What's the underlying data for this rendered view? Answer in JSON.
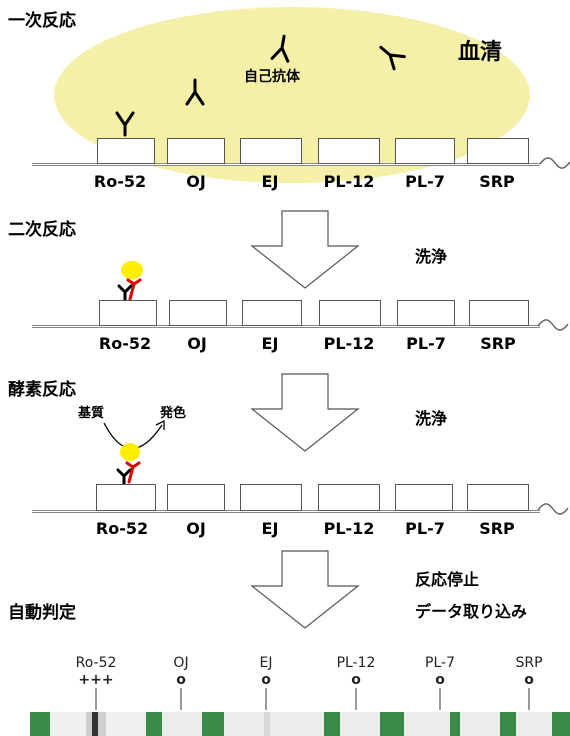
{
  "steps": {
    "primary": "一次反応",
    "secondary": "二次反応",
    "enzyme": "酵素反応",
    "auto": "自動判定"
  },
  "notes": {
    "serum": "血清",
    "autoantibody": "自己抗体",
    "wash1": "洗浄",
    "wash2": "洗浄",
    "stop": "反応停止",
    "capture": "データ取り込み",
    "substrate": "基質",
    "color": "発色"
  },
  "antigens": [
    "Ro-52",
    "OJ",
    "EJ",
    "PL-12",
    "PL-7",
    "SRP"
  ],
  "results": [
    "+++",
    "o",
    "o",
    "o",
    "o",
    "o"
  ],
  "colors": {
    "serum": "#f5f0a8",
    "conjugate": "#ffee00",
    "secondary_antibody": "#e00000",
    "strip_green": "#3a8a4a"
  }
}
